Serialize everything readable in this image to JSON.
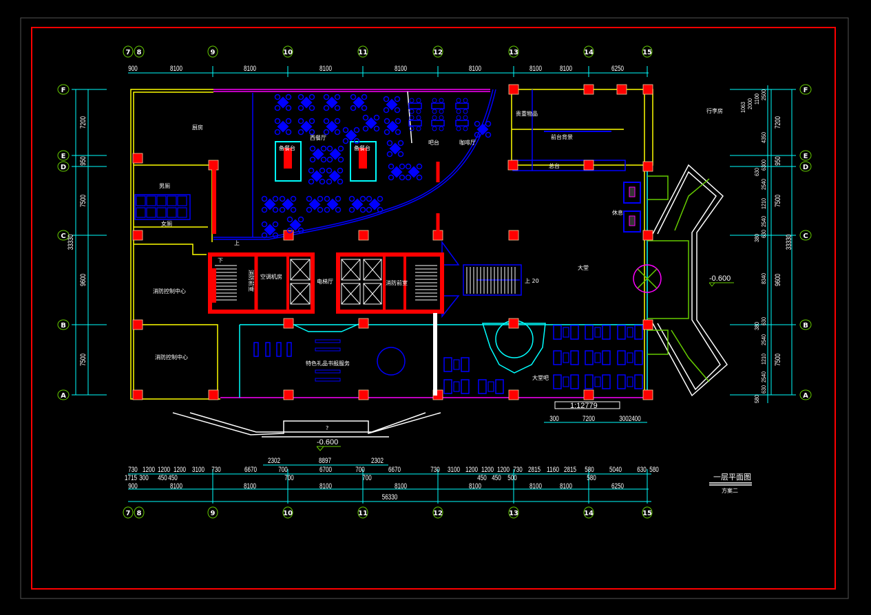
{
  "drawing": {
    "title": "一层平面图",
    "subtitle": "方案二",
    "elevation_front": "-0.600",
    "elevation_right": "-0.600",
    "scale_bar_text": "1:12779",
    "stair_label": "上 20",
    "up_label": "上",
    "down_label": "下",
    "question_mark": "?"
  },
  "rooms": {
    "kitchen": "厨房",
    "western_restaurant": "西餐厅",
    "prep_counter_1": "备餐台",
    "prep_counter_2": "备餐台",
    "bar": "吧台",
    "cafe": "咖啡厅",
    "mens_wc": "男厕",
    "womens_wc": "女厕",
    "valuables": "贵重物品",
    "front_desk_backdrop": "前台背景",
    "reception": "总台",
    "luggage": "行李房",
    "rest": "休息",
    "fire_lobby_1": "消防前室",
    "ac_room": "空调机房",
    "elevator_hall": "电梯厅",
    "fire_lobby_2": "消防前室",
    "fire_control_1": "消防控制中心",
    "fire_control_2": "消防控制中心",
    "gift_shop": "特色礼品书报服务",
    "lobby": "大堂",
    "lobby_bar": "大堂吧"
  },
  "axes": {
    "columns": [
      "7",
      "8",
      "9",
      "10",
      "11",
      "12",
      "13",
      "14",
      "15"
    ],
    "rows": [
      "F",
      "E",
      "D",
      "C",
      "B",
      "A"
    ]
  },
  "dimensions": {
    "top": [
      "900",
      "8100",
      "8100",
      "8100",
      "8100",
      "8100",
      "8100",
      "8100",
      "6250"
    ],
    "left_outer": "33330",
    "left_inner": [
      "7200",
      "950",
      "7500",
      "9600",
      "7500"
    ],
    "right_outer": "33330",
    "right_mid": [
      "7200",
      "950",
      "7500",
      "9600",
      "7500"
    ],
    "right_inner": [
      "2500",
      "1100",
      "2000",
      "1063",
      "4350",
      "6300",
      "630",
      "2540",
      "1210",
      "2540",
      "630",
      "380",
      "8340",
      "630",
      "380",
      "2540",
      "1210",
      "2540",
      "630",
      "580"
    ],
    "bottom_canopy": [
      "2302",
      "8897",
      "2302"
    ],
    "bottom_detail": [
      "730",
      "1200",
      "1200",
      "1200",
      "3100",
      "730",
      "6670",
      "700",
      "6700",
      "700",
      "6670",
      "730",
      "3100",
      "1200",
      "1200",
      "1200",
      "730",
      "2815",
      "1160",
      "2815",
      "580",
      "5040",
      "630",
      "580"
    ],
    "bottom_detail_sub": [
      "1715",
      "300",
      "450",
      "450",
      "700",
      "700",
      "450",
      "450",
      "500",
      "580"
    ],
    "bottom_axis": [
      "900",
      "8100",
      "8100",
      "8100",
      "8100",
      "8100",
      "8100",
      "8100",
      "6250"
    ],
    "bottom_total": "56330",
    "scale_bar_dims": [
      "300",
      "7200",
      "3002400"
    ]
  },
  "colors": {
    "background": "#000000",
    "frame": "#ff0000",
    "wall": "#ffff00",
    "column": "#ff0000",
    "furniture": "#0000ff",
    "door": "#00ffff",
    "glass": "#ff00ff",
    "dim_line": "#00ffff",
    "axis_bubble": "#66cc00"
  }
}
